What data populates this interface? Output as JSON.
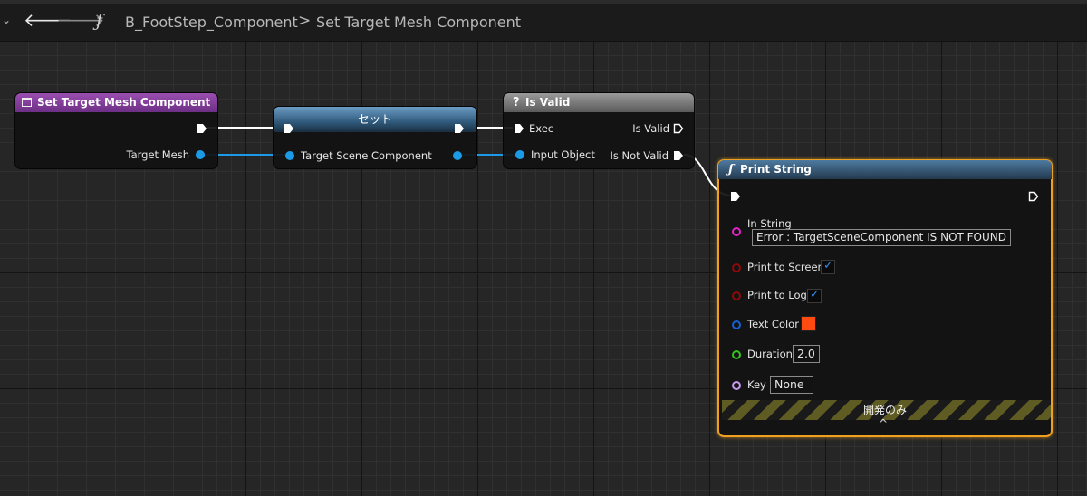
{
  "toolbar": {
    "back_glyph": "🡐",
    "forward_glyph": "🡒",
    "function_glyph": "ƒ",
    "breadcrumb_blueprint": "B_FootStep_Component",
    "breadcrumb_separator": ">",
    "breadcrumb_function": "Set Target Mesh Component"
  },
  "nodes": {
    "entry": {
      "title": "Set Target Mesh Component",
      "pin_target_mesh": "Target Mesh"
    },
    "set": {
      "title": "セット",
      "pin_target_scene": "Target Scene Component"
    },
    "is_valid": {
      "title": "Is Valid",
      "icon": "?",
      "pin_exec": "Exec",
      "pin_input_object": "Input Object",
      "pin_is_valid": "Is Valid",
      "pin_is_not_valid": "Is Not Valid"
    },
    "print_string": {
      "title": "Print String",
      "icon": "ƒ",
      "in_string_label": "In String",
      "in_string_value": "Error : TargetSceneComponent IS NOT FOUND",
      "print_to_screen_label": "Print to Screen",
      "print_to_screen_checked": true,
      "print_to_log_label": "Print to Log",
      "print_to_log_checked": true,
      "text_color_label": "Text Color",
      "text_color_value": "#ff4a12",
      "duration_label": "Duration",
      "duration_value": "2.0",
      "key_label": "Key",
      "key_value": "None",
      "dev_only_label": "開発のみ",
      "collapse_glyph": "^"
    }
  },
  "colors": {
    "exec": "#ffffff",
    "object_pin": "#1b9ae6",
    "string_pin": "#e024c8",
    "bool_pin": "#8c0a0a",
    "struct_pin": "#1560d6",
    "float_pin": "#34c31f",
    "name_pin": "#c59bf0",
    "selection_outline": "#f0a020"
  }
}
